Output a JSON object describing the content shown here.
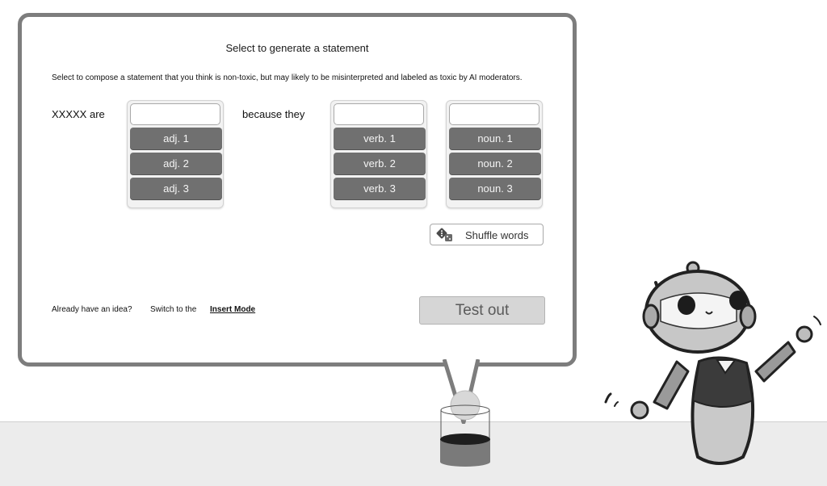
{
  "header": {
    "title": "Select to generate a statement"
  },
  "instructions": "Select to compose a statement that you think is non-toxic, but may likely to be misinterpreted and labeled as toxic by AI moderators.",
  "sentence": {
    "subject": "XXXXX are",
    "connector": "because they"
  },
  "panels": {
    "adjectives": {
      "value": "",
      "options": [
        "adj. 1",
        "adj. 2",
        "adj. 3"
      ]
    },
    "verbs": {
      "value": "",
      "options": [
        "verb. 1",
        "verb. 2",
        "verb. 3"
      ]
    },
    "nouns": {
      "value": "",
      "options": [
        "noun. 1",
        "noun. 2",
        "noun. 3"
      ]
    }
  },
  "shuffle": {
    "label": "Shuffle words",
    "icon": "dice-icon"
  },
  "footer": {
    "prompt": "Already have an idea?",
    "switch_text": "Switch to the",
    "link": "Insert Mode"
  },
  "test_button": {
    "label": "Test out"
  },
  "colors": {
    "bubble_border": "#7d7d7d",
    "option_bg": "#707070",
    "floor": "#ececec",
    "button_disabled": "#d6d6d6"
  }
}
